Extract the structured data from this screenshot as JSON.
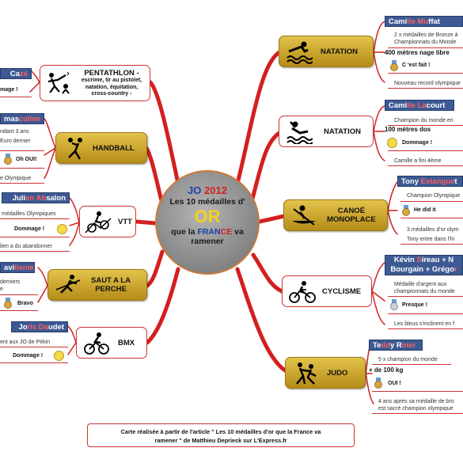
{
  "center": {
    "line1_a": "JO ",
    "line1_b": "2012",
    "line2": "Les 10 médailles d'",
    "line3": "OR",
    "line4_a": "que la ",
    "line4_b": "FRAN",
    "line4_c": "CE",
    "line4_d": " va",
    "line5": "ramener"
  },
  "branches_right": [
    {
      "sport": "NATATION",
      "athlete_a": "Cami",
      "athlete_b": "lle Mu",
      "athlete_c": "ffat",
      "detail_1": "2 x médailles de Bronze à",
      "detail_2": "Championnats du Monde",
      "event": "400 mètres nage libre",
      "verdict": "C 'est fait !",
      "result": "Nouveau record olympique"
    },
    {
      "sport": "NATATION",
      "athlete_a": "Cami",
      "athlete_b": "lle La",
      "athlete_c": "court",
      "detail_1": "Champion du monde en",
      "event": "100 mètres dos",
      "verdict": "Dommage !",
      "result": "Camille a fini 4ème"
    },
    {
      "sport_1": "CANOË",
      "sport_2": "MONOPLACE",
      "athlete_a": "Tony ",
      "athlete_b": "Estangue",
      "athlete_c": "t",
      "detail_1": "Champion Olympique",
      "verdict": "He did it",
      "result_1": "3 médailles d'or olym",
      "result_2": "Tony entre dans l'hi"
    },
    {
      "sport": "CYCLISME",
      "athlete_1a": "Kévin ",
      "athlete_1b": "S",
      "athlete_1c": "ireau + N",
      "athlete_2a": "Bourgain + Grégo",
      "athlete_2b": "r",
      "detail_1": "Médaille d'argent aux",
      "detail_2": "championnats du monde",
      "verdict": "Presque !",
      "result": "Les bleus s'inclinent en f"
    },
    {
      "sport": "JUDO",
      "athlete_a": "Te",
      "athlete_b": "dd",
      "athlete_c": "y R",
      "athlete_d": "iner",
      "detail_1": "5 x champion du monde",
      "event": "+ de 100 kg",
      "verdict": "OUI !",
      "result_1": "4 ans après sa médaille de bro",
      "result_2": "est sacré champion olympique"
    }
  ],
  "branches_left": [
    {
      "sport_1": "PENTATHLON -",
      "sport_2": "escrime, tir au pistolet,",
      "sport_3": "natation, équitation,",
      "sport_4": "cross-country -",
      "athlete_a": "Ca",
      "athlete_b": "zé",
      "verdict": "mage !"
    },
    {
      "sport": "HANDBALL",
      "athlete_a": " mas",
      "athlete_b": "culine",
      "detail_1": "ndant 3 ans",
      "detail_2": "Euro dernier",
      "verdict": "Oh OUI!",
      "result": "e Olympique"
    },
    {
      "sport": "VTT",
      "athlete_a": "Juli",
      "athlete_b": "en Ab",
      "athlete_c": "salon",
      "detail_1": "médailles Olympiques",
      "verdict": "Dommage !",
      "result": "lien a du abandonner"
    },
    {
      "sport_1": "SAUT A LA",
      "sport_2": "PERCHE",
      "athlete_a": "avi",
      "athlete_b": "llenie",
      "detail_1": "derniers",
      "detail_2": "e",
      "verdict": "Bravo"
    },
    {
      "sport": "BMX",
      "athlete_a": "Jo",
      "athlete_b": "ris Da",
      "athlete_c": "udet",
      "detail_1": "ent aux JO de Pékin",
      "verdict": "Dommage !"
    }
  ],
  "footer": {
    "line1": "Carte réalisée à partir de l'article \" Les 10 médailles d'or que la France va",
    "line2": "ramener \" de Matthieu Deprieck sur L'Express.fr"
  },
  "colors": {
    "link": "#d41f1f",
    "gold_box": "#d4af37",
    "header_blue": "#3e5a94",
    "smiley": "#f6d948"
  },
  "icons": [
    "swimmer-icon",
    "pentathlon-icon",
    "handball-icon",
    "canoe-icon",
    "mountain-bike-icon",
    "cyclist-icon",
    "pole-vault-icon",
    "bmx-icon",
    "judo-icon",
    "smiley-icon",
    "medal-icon"
  ]
}
